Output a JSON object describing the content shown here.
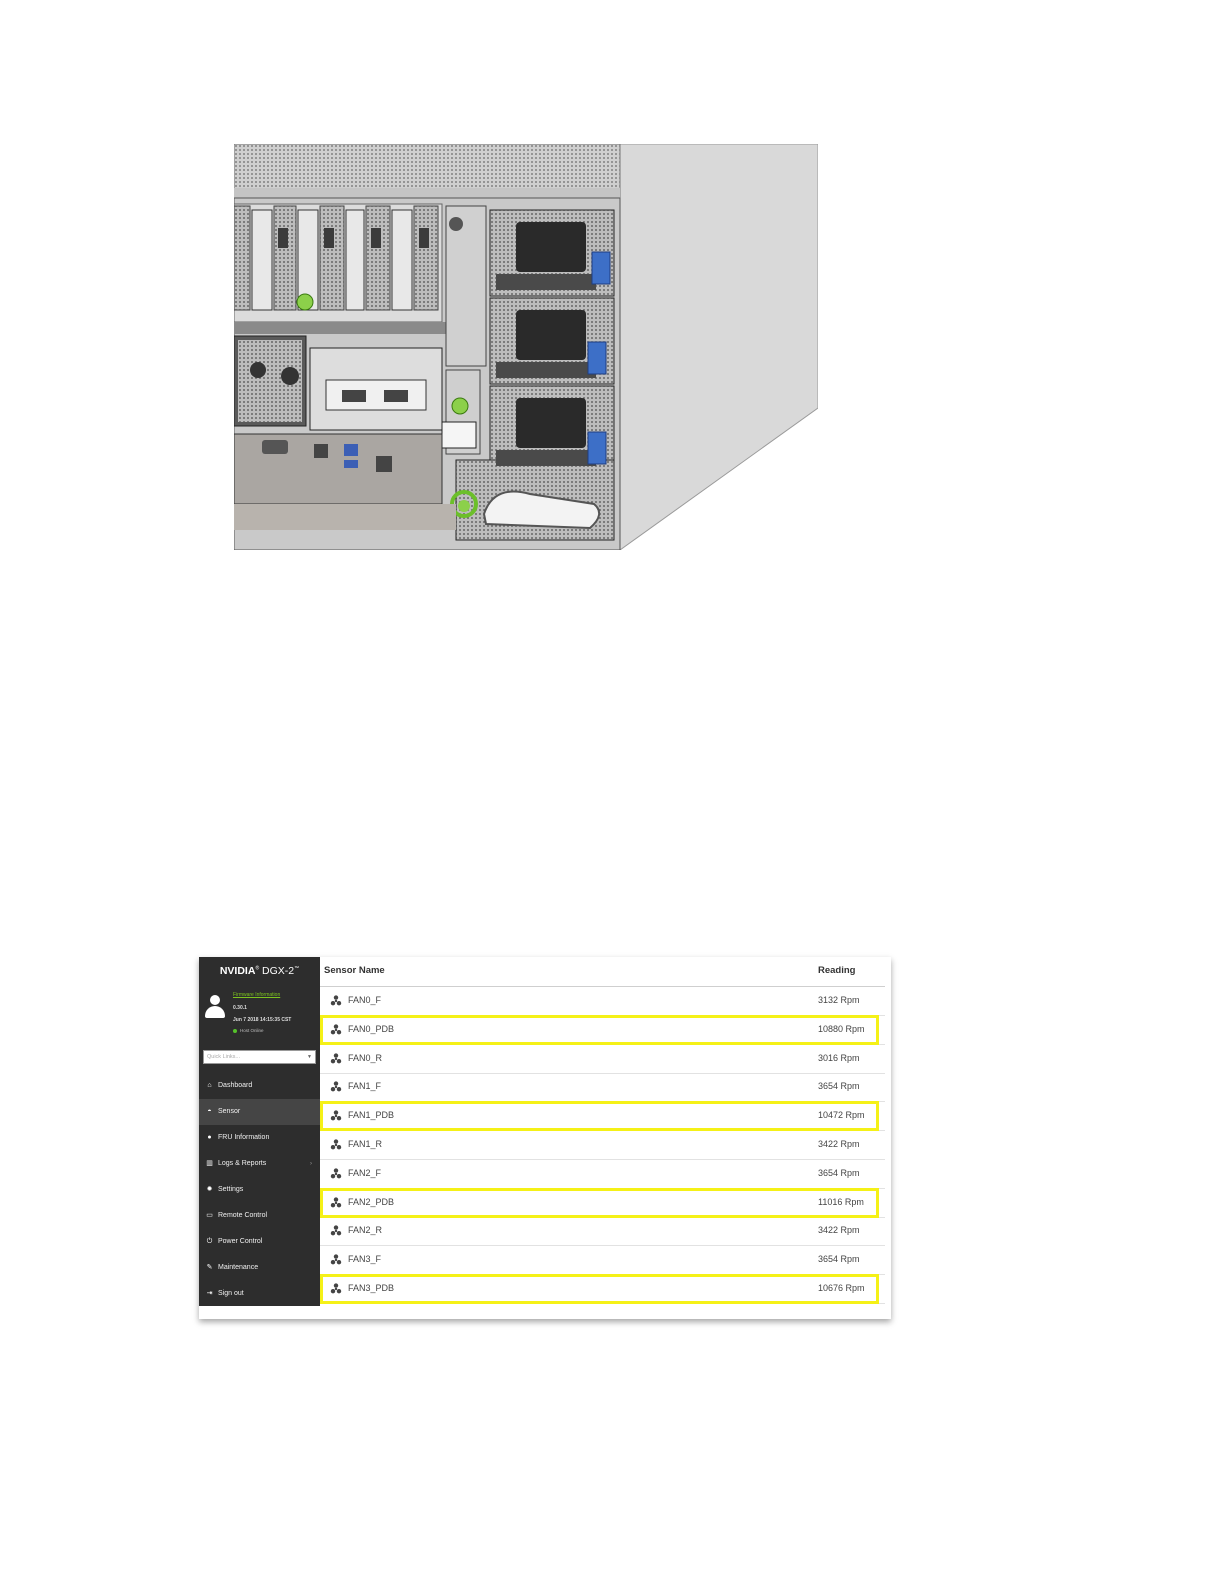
{
  "hardware_figure": {
    "description_icons": [
      "power-supply-socket-icon",
      "thumbscrew-icon"
    ]
  },
  "bmc": {
    "brand": {
      "name": "NVIDIA",
      "registered": "®",
      "model": "DGX-2",
      "tm": "™"
    },
    "user": {
      "firmware_link": "Firmware Information",
      "version": "0.30.1",
      "date": "Jun 7 2018 14:15:35 CST",
      "host_status": "Host Online"
    },
    "quick_links_placeholder": "Quick Links...",
    "nav": [
      {
        "label": "Dashboard",
        "icon": "home-icon"
      },
      {
        "label": "Sensor",
        "icon": "gauge-icon"
      },
      {
        "label": "FRU Information",
        "icon": "info-icon"
      },
      {
        "label": "Logs & Reports",
        "icon": "bar-chart-icon"
      },
      {
        "label": "Settings",
        "icon": "gear-icon"
      },
      {
        "label": "Remote Control",
        "icon": "monitor-icon"
      },
      {
        "label": "Power Control",
        "icon": "power-icon"
      },
      {
        "label": "Maintenance",
        "icon": "wrench-icon"
      },
      {
        "label": "Sign out",
        "icon": "sign-out-icon"
      }
    ],
    "table": {
      "columns": [
        "Sensor Name",
        "Reading"
      ],
      "rows": [
        {
          "name": "FAN0_F",
          "reading": "3132 Rpm",
          "highlight": false
        },
        {
          "name": "FAN0_PDB",
          "reading": "10880 Rpm",
          "highlight": true
        },
        {
          "name": "FAN0_R",
          "reading": "3016 Rpm",
          "highlight": false
        },
        {
          "name": "FAN1_F",
          "reading": "3654 Rpm",
          "highlight": false
        },
        {
          "name": "FAN1_PDB",
          "reading": "10472 Rpm",
          "highlight": true
        },
        {
          "name": "FAN1_R",
          "reading": "3422 Rpm",
          "highlight": false
        },
        {
          "name": "FAN2_F",
          "reading": "3654 Rpm",
          "highlight": false
        },
        {
          "name": "FAN2_PDB",
          "reading": "11016 Rpm",
          "highlight": true
        },
        {
          "name": "FAN2_R",
          "reading": "3422 Rpm",
          "highlight": false
        },
        {
          "name": "FAN3_F",
          "reading": "3654 Rpm",
          "highlight": false
        },
        {
          "name": "FAN3_PDB",
          "reading": "10676 Rpm",
          "highlight": true
        }
      ]
    },
    "colors": {
      "highlight": "#f5f117",
      "sidebar": "#2d2d2d",
      "accent_link": "#7cc31e"
    }
  }
}
